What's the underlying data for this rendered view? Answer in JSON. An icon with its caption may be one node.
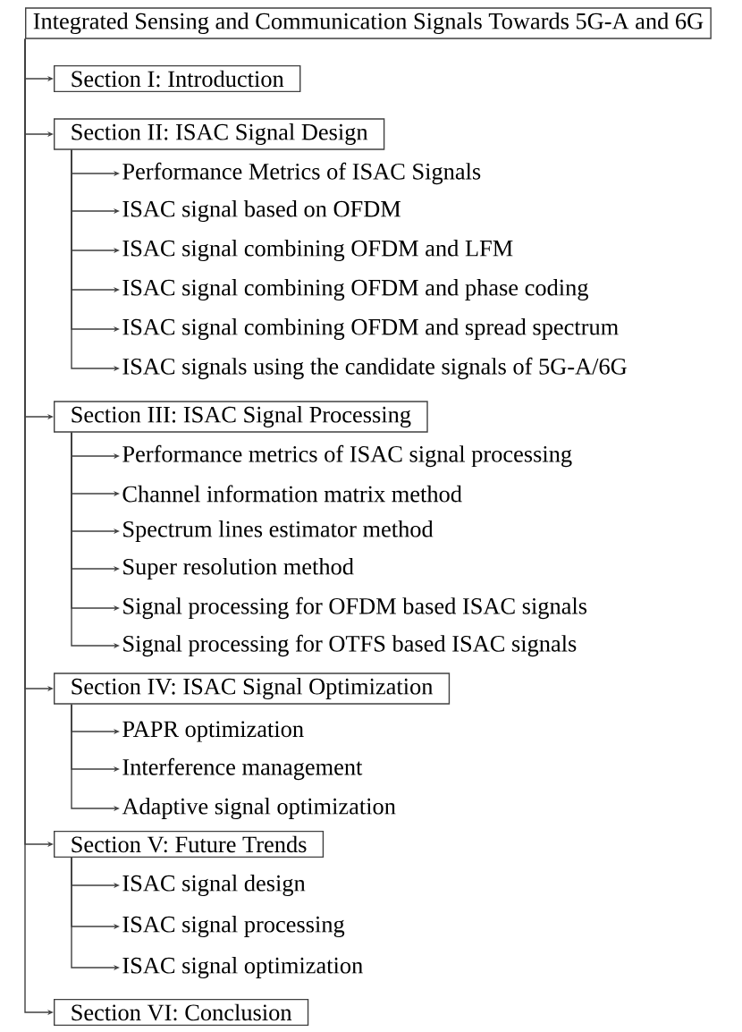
{
  "diagram": {
    "nodes": [
      {
        "text": [
          "Integrated Sensing and Communication Signals Towards 5G-A and 6G"
        ]
      },
      {
        "text": [
          "Section I:  Introduction"
        ]
      },
      {
        "text": [
          "Section II:  ISAC Signal Design"
        ]
      },
      {
        "text": [
          "Performance Metrics of ISAC Signals"
        ]
      },
      {
        "text": [
          "ISAC signal based on OFDM"
        ]
      },
      {
        "text": [
          "ISAC signal combining OFDM and LFM"
        ]
      },
      {
        "text": [
          "ISAC signal combining OFDM and phase coding"
        ]
      },
      {
        "text": [
          "ISAC signal combining OFDM and spread spectrum"
        ]
      },
      {
        "text": [
          "ISAC signals using the candidate signals of 5G-A/6G"
        ]
      },
      {
        "text": [
          "Section III:  ISAC Signal Processing"
        ]
      },
      {
        "text": [
          "Performance metrics of ISAC signal processing"
        ]
      },
      {
        "text": [
          "Channel information matrix method"
        ]
      },
      {
        "text": [
          "Spectrum lines estimator method"
        ]
      },
      {
        "text": [
          "Super resolution method"
        ]
      },
      {
        "text": [
          "Signal processing for OFDM based ISAC signals"
        ]
      },
      {
        "text": [
          "Signal processing for OTFS based ISAC signals"
        ]
      },
      {
        "text": [
          "Section IV:  ISAC Signal Optimization"
        ]
      },
      {
        "text": [
          "PAPR optimization"
        ]
      },
      {
        "text": [
          "Interference management"
        ]
      },
      {
        "text": [
          "Adaptive signal optimization"
        ]
      },
      {
        "text": [
          "Section V:  Future Trends"
        ]
      },
      {
        "text": [
          "ISAC signal design"
        ]
      },
      {
        "text": [
          "ISAC signal processing"
        ]
      },
      {
        "text": [
          "ISAC signal optimization"
        ]
      },
      {
        "text": [
          "Section VI:  Conclusion"
        ]
      }
    ],
    "edges": [
      {
        "from": 0,
        "to": 1,
        "arrow": "to"
      },
      {
        "from": 0,
        "to": 2,
        "arrow": "to"
      },
      {
        "from": 2,
        "to": 3,
        "arrow": "to"
      },
      {
        "from": 2,
        "to": 4,
        "arrow": "to"
      },
      {
        "from": 2,
        "to": 5,
        "arrow": "to"
      },
      {
        "from": 2,
        "to": 6,
        "arrow": "to"
      },
      {
        "from": 2,
        "to": 7,
        "arrow": "to"
      },
      {
        "from": 2,
        "to": 8,
        "arrow": "to"
      },
      {
        "from": 0,
        "to": 9,
        "arrow": "to"
      },
      {
        "from": 9,
        "to": 10,
        "arrow": "to"
      },
      {
        "from": 9,
        "to": 11,
        "arrow": "to"
      },
      {
        "from": 9,
        "to": 12,
        "arrow": "to"
      },
      {
        "from": 9,
        "to": 13,
        "arrow": "to"
      },
      {
        "from": 9,
        "to": 14,
        "arrow": "to"
      },
      {
        "from": 9,
        "to": 15,
        "arrow": "to"
      },
      {
        "from": 0,
        "to": 16,
        "arrow": "to"
      },
      {
        "from": 16,
        "to": 17,
        "arrow": "to"
      },
      {
        "from": 16,
        "to": 18,
        "arrow": "to"
      },
      {
        "from": 16,
        "to": 19,
        "arrow": "to"
      },
      {
        "from": 0,
        "to": 20,
        "arrow": "to"
      },
      {
        "from": 20,
        "to": 21,
        "arrow": "to"
      },
      {
        "from": 20,
        "to": 22,
        "arrow": "to"
      },
      {
        "from": 20,
        "to": 23,
        "arrow": "to"
      },
      {
        "from": 0,
        "to": 24,
        "arrow": "to"
      }
    ]
  }
}
